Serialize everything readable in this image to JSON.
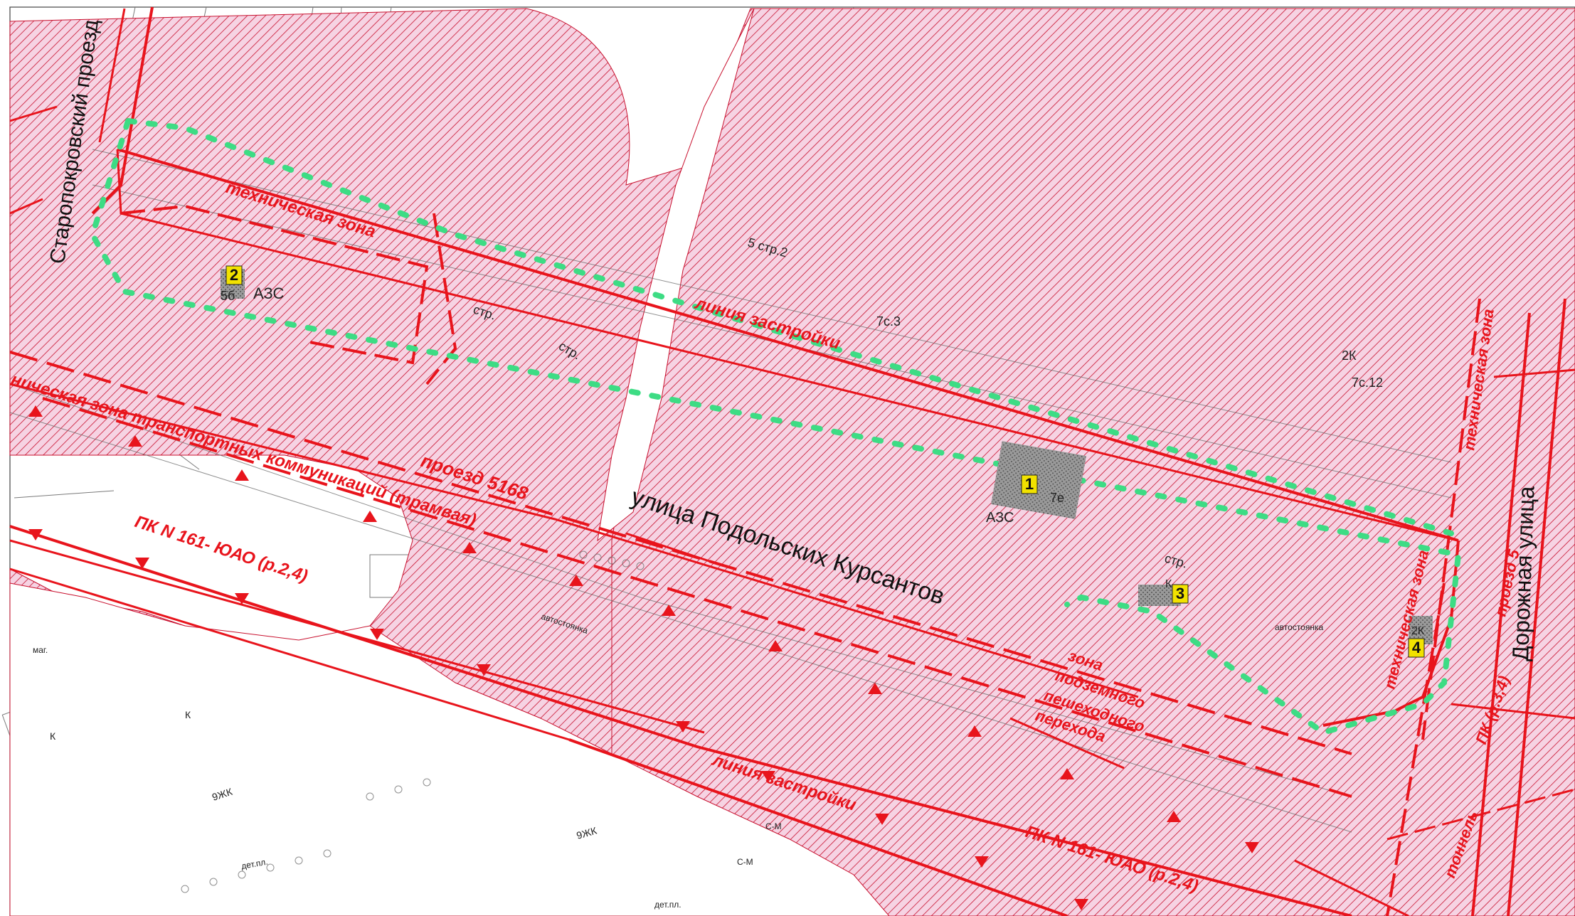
{
  "colors": {
    "zone_fill": "#f6d3e3",
    "hatch": "#c8102e",
    "red_line": "#e8141c",
    "green_dots": "#3ddc84",
    "marker_bg": "#f2e200",
    "building_gray": "#8c8c8c",
    "background": "#ffffff"
  },
  "streets": {
    "podolskikh": "улица Подольских Курсантов",
    "staropokrovsky": "Старопокровский проезд",
    "dorozhnaya": "Дорожная улица"
  },
  "zones": {
    "tech_zone_top": "техническая зона",
    "tech_zone_transport": "ническая зона транспортных коммуникаций (трамвая)",
    "tech_zone_right_1": "техническая зона",
    "tech_zone_right_2": "техническая зона",
    "build_line_top": "линия застройки",
    "build_line_bottom": "линия застройки",
    "proezd_5168": "проезд 5168",
    "proezd_right": "проезд 5",
    "pk_left": "ПК N 161- ЮАО (р.2,4)",
    "pk_bottom": "ПК N 161- ЮАО (р.2,4)",
    "pk_right": "ПК (р.3,4)",
    "underground_1": "зона",
    "underground_2": "подземного",
    "underground_3": "пешеходного",
    "underground_4": "перехода",
    "tunnel": "тоннель"
  },
  "markers": [
    {
      "num": "1",
      "label": "7e"
    },
    {
      "num": "2",
      "label": "5б"
    },
    {
      "num": "3",
      "label": "К"
    },
    {
      "num": "4",
      "label": "2К"
    }
  ],
  "labels": {
    "azs_1": "АЗС",
    "azs_2": "АЗС",
    "str_1": "стр.",
    "str_2": "стр.",
    "str_3": "стр.",
    "str_5": "5 стр.2",
    "bld_7s3": "7с.3",
    "bld_2k": "2К",
    "bld_7s12": "7с.12",
    "bld_9zh_1": "9ЖК",
    "bld_9zh_2": "9ЖК",
    "avtostoyanka_1": "автостоянка",
    "avtostoyanka_2": "автостоянка",
    "det_pl_1": "дет.пл.",
    "det_pl_2": "дет.пл.",
    "sm_1": "С-М",
    "sm_2": "С-М",
    "k_1": "К",
    "k_2": "К",
    "mag": "маг."
  }
}
